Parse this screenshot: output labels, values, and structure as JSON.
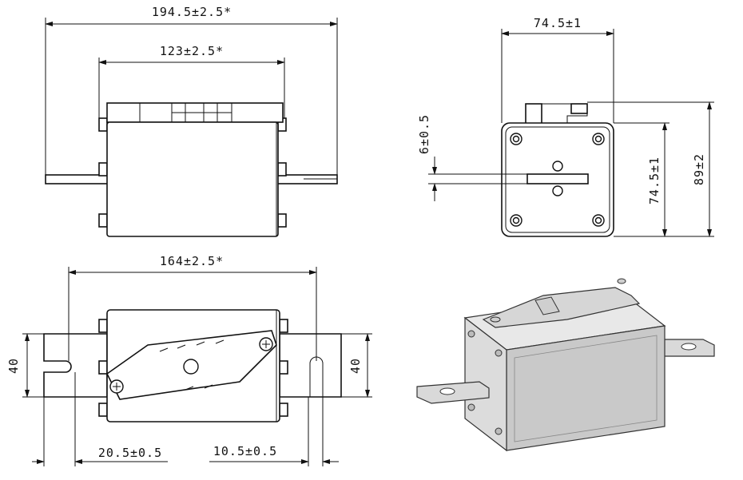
{
  "dimensions": {
    "front_overall_width": "194.5±2.5*",
    "front_body_width": "123±2.5*",
    "side_width": "74.5±1",
    "side_blade_thickness": "6±0.5",
    "side_body_height": "74.5±1",
    "side_overall_height": "89±2",
    "top_contact_span": "164±2.5*",
    "top_blade_width_left": "40",
    "top_blade_width_right": "40",
    "top_slot_offset": "20.5±0.5",
    "top_slot_width": "10.5±0.5"
  }
}
